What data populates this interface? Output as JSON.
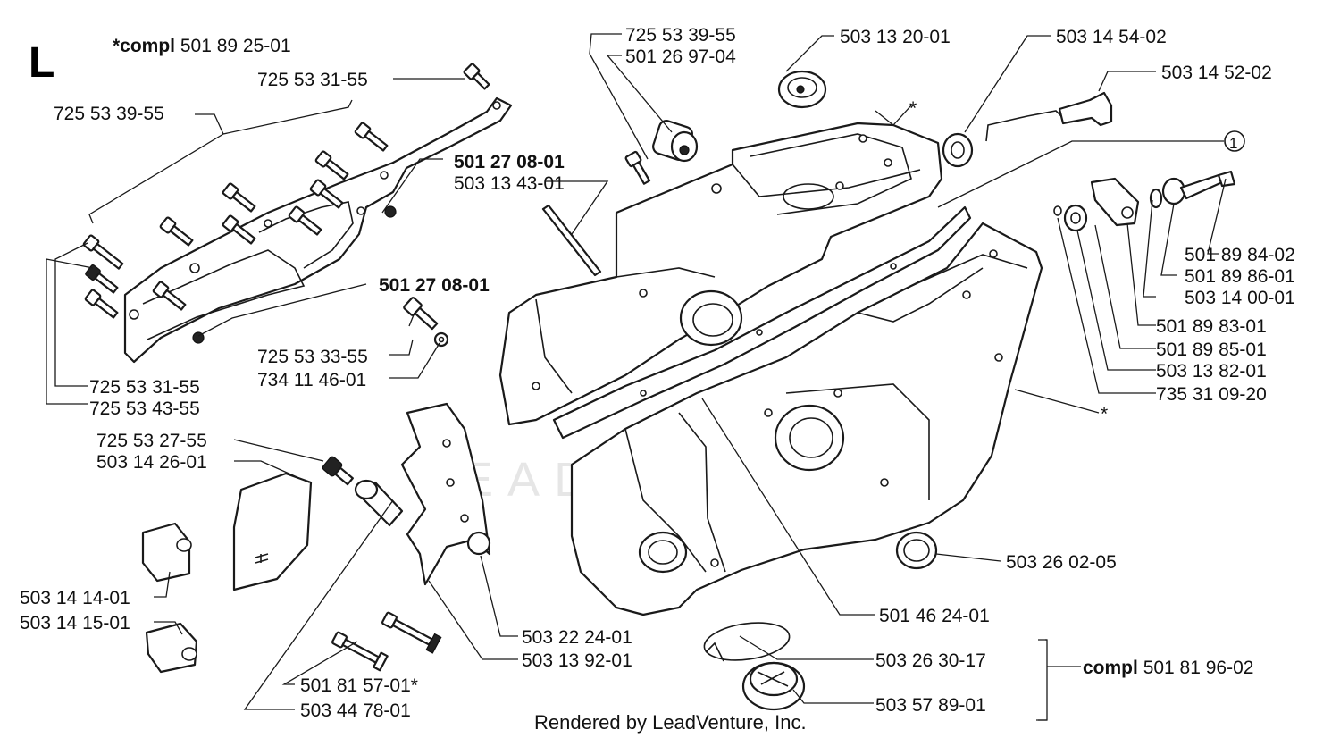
{
  "diagram": {
    "section_letter": "L",
    "footer": "Rendered by LeadVenture, Inc.",
    "watermark": "LEADVENTURE",
    "callout_number": "1",
    "compl_top": {
      "prefix": "*compl",
      "number": "501 89 25-01"
    },
    "compl_right": {
      "prefix": "compl",
      "number": "501 81 96-02"
    },
    "asterisk": "*",
    "labels": {
      "p725533955_left": "725 53 39-55",
      "p725533155_top": "725 53 31-55",
      "p501270801_a": "501 27 08-01",
      "p503134301": "503 13 43-01",
      "p501270801_b": "501 27 08-01",
      "p725533355": "725 53 33-55",
      "p734114601": "734 11 46-01",
      "p725533155_bot": "725 53 31-55",
      "p725534355": "725 53 43-55",
      "p725532755": "725 53 27-55",
      "p503142601": "503 14 26-01",
      "p503141401": "503 14 14-01",
      "p503141501": "503 14 15-01",
      "p501815701": "501 81 57-01*",
      "p503447801": "503 44 78-01",
      "p503222401": "503 22 24-01",
      "p503139201": "503 13 92-01",
      "p725533955_top": "725 53 39-55",
      "p501269704": "501 26 97-04",
      "p503132001": "503 13 20-01",
      "p503145402": "503 14 54-02",
      "p503145202": "503 14 52-02",
      "p501898402": "501 89 84-02",
      "p501898601": "501 89 86-01",
      "p503140001": "503 14 00-01",
      "p501898301": "501 89 83-01",
      "p501898501": "501 89 85-01",
      "p503138201": "503 13 82-01",
      "p735310920": "735 31 09-20",
      "p503260205": "503 26 02-05",
      "p501462401": "501 46 24-01",
      "p503263017": "503 26 30-17",
      "p503578901": "503 57 89-01"
    }
  }
}
